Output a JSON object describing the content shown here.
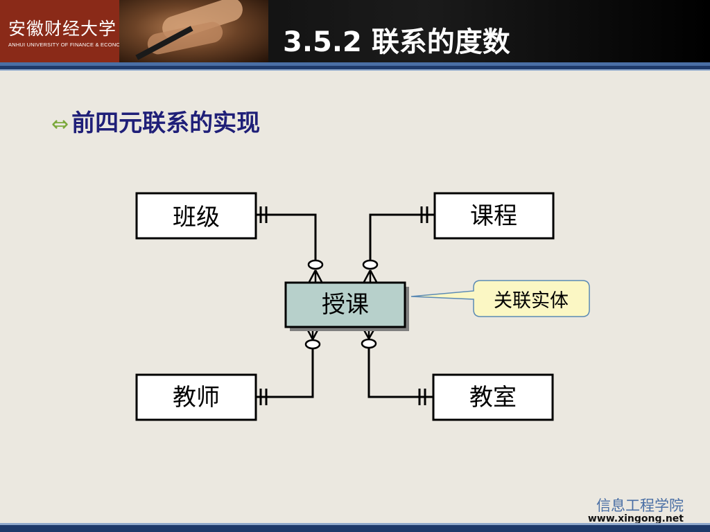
{
  "header": {
    "logo_cn": "安徽财经大学",
    "logo_en": "ANHUI UNIVERSITY OF FINANCE & ECONOMICS",
    "title": "3.5.2 联系的度数"
  },
  "bullet": {
    "icon": "double-arrow-icon",
    "text": "前四元联系的实现"
  },
  "diagram": {
    "entities": [
      "班级",
      "课程",
      "教师",
      "教室"
    ],
    "relationship": "授课",
    "callout": "关联实体"
  },
  "footer": {
    "org": "信息工程学院",
    "url": "www.xingong.net"
  },
  "colors": {
    "header_bg": "#000000",
    "logo_bg": "#8a2a18",
    "bullet_text": "#1f1f78",
    "relationship_fill": "#b7d0cb",
    "callout_fill": "#fbf7c4"
  }
}
